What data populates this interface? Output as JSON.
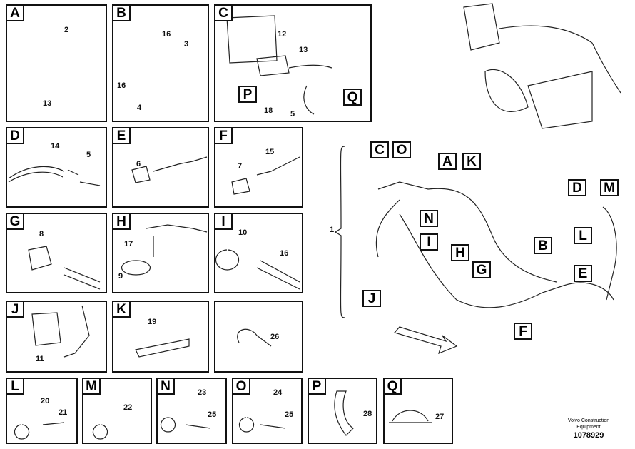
{
  "panels": {
    "A": "A",
    "B": "B",
    "C": "C",
    "D": "D",
    "E": "E",
    "F": "F",
    "G": "G",
    "H": "H",
    "I": "I",
    "J": "J",
    "K": "K",
    "extra": "",
    "L": "L",
    "M": "M",
    "N": "N",
    "O": "O",
    "P": "P",
    "Q": "Q"
  },
  "panel_callouts": {
    "P": "P",
    "Q": "Q"
  },
  "parts": {
    "a2": "2",
    "a13": "13",
    "b16a": "16",
    "b3": "3",
    "b16b": "16",
    "b4": "4",
    "c12": "12",
    "c13": "13",
    "c18": "18",
    "c5": "5",
    "d14": "14",
    "d5": "5",
    "e6": "6",
    "f7": "7",
    "f15": "15",
    "g8": "8",
    "h17": "17",
    "h9": "9",
    "i10": "10",
    "i16": "16",
    "j11": "11",
    "k19": "19",
    "x26": "26",
    "l20": "20",
    "l21": "21",
    "m22": "22",
    "n23": "23",
    "n25": "25",
    "o24": "24",
    "o25": "25",
    "p28": "28",
    "q27": "27"
  },
  "overview": {
    "assembly_number": "1",
    "labels": [
      "C",
      "O",
      "A",
      "K",
      "N",
      "I",
      "H",
      "G",
      "B",
      "J",
      "F",
      "D",
      "M",
      "L",
      "E"
    ]
  },
  "footer": {
    "company": "Volvo Construction",
    "company2": "Equipment",
    "drawing_number": "1078929"
  }
}
